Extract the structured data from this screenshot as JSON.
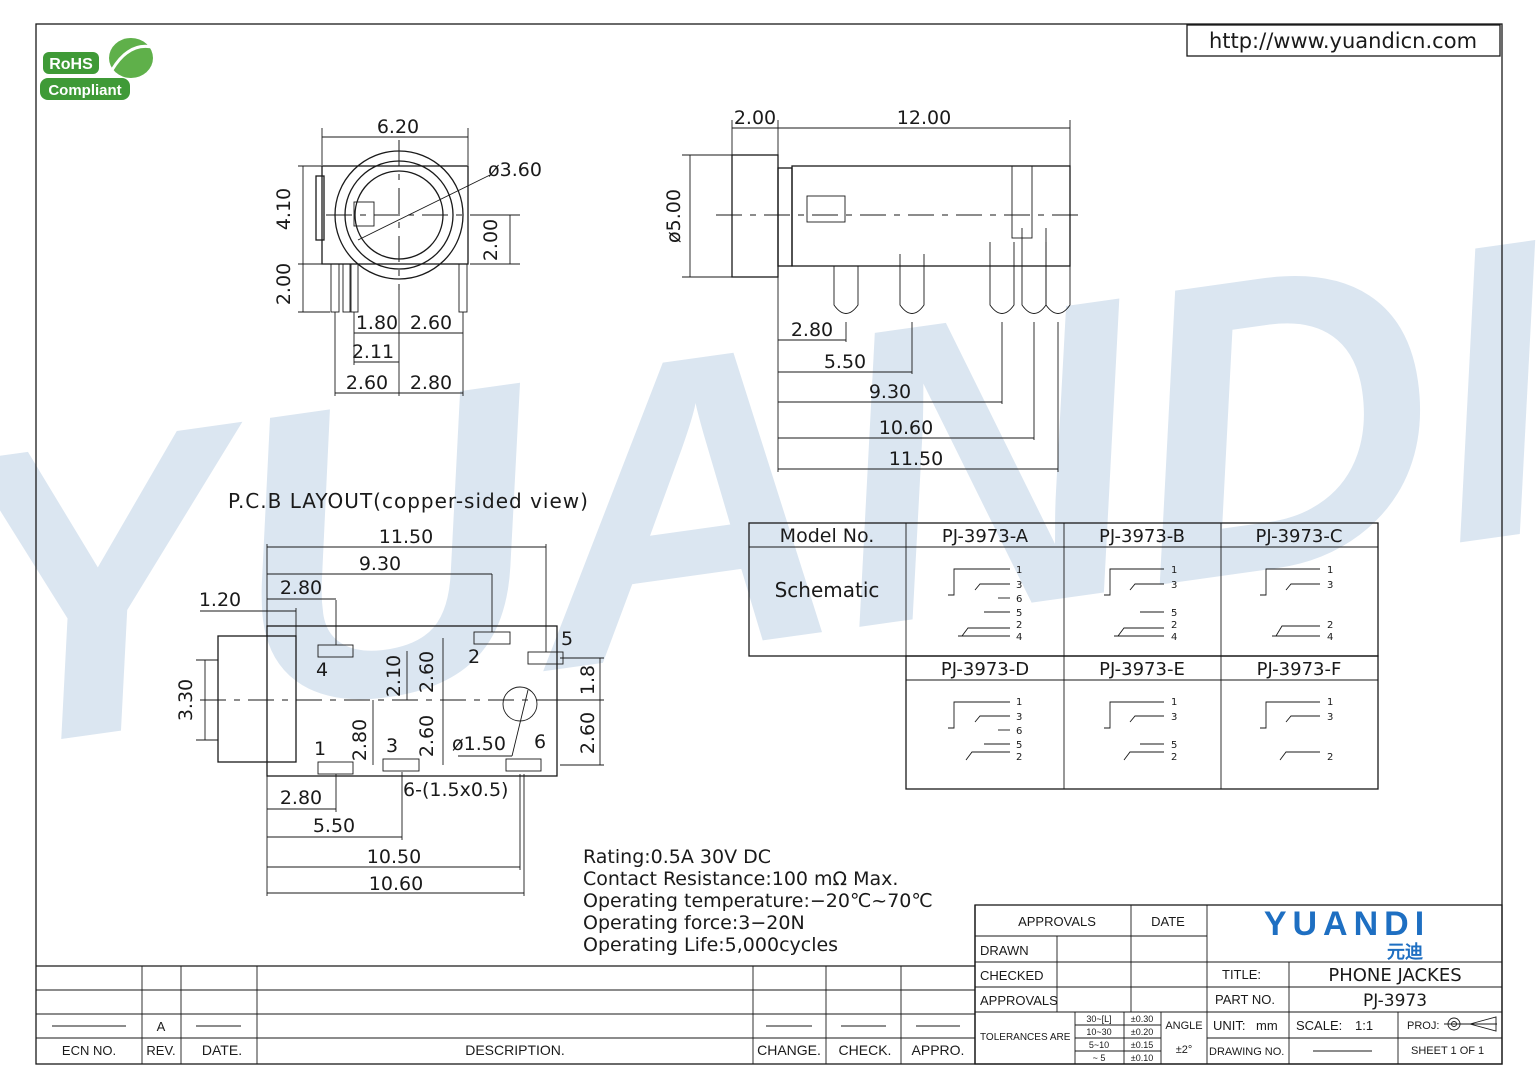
{
  "badge": {
    "line1": "RoHS",
    "line2": "Compliant"
  },
  "url": "http://www.yuandicn.com",
  "watermark": {
    "text": "YUANDI"
  },
  "front_view": {
    "width": "6.20",
    "diameter": "ø3.60",
    "height": "4.10",
    "pin_len": "2.00",
    "right_h": "2.00",
    "d1": "1.80",
    "d2": "2.60",
    "d3": "2.11",
    "d4": "2.60",
    "d5": "2.80"
  },
  "side_view": {
    "d_front": "2.00",
    "d_len": "12.00",
    "d_dia": "ø5.00",
    "p1": "2.80",
    "p2": "5.50",
    "p3": "9.30",
    "p4": "10.60",
    "p5": "11.50"
  },
  "pcb": {
    "title": "P.C.B LAYOUT(copper-sided view)",
    "d_1150": "11.50",
    "d_930": "9.30",
    "d_280": "2.80",
    "d_120": "1.20",
    "d_330": "3.30",
    "d_210": "2.10",
    "d_260a": "2.60",
    "d_18": "1.8",
    "d_280v": "2.80",
    "d_260b": "2.60",
    "d_260c": "2.60",
    "hole": "ø1.50",
    "pads": "6-(1.5x0.5)",
    "b_280": "2.80",
    "b_550": "5.50",
    "b_1050": "10.50",
    "b_1060": "10.60",
    "pin1": "1",
    "pin2": "2",
    "pin3": "3",
    "pin4": "4",
    "pin5": "5",
    "pin6": "6"
  },
  "model_table": {
    "header": "Model No.",
    "row_label": "Schematic",
    "models": [
      "PJ-3973-A",
      "PJ-3973-B",
      "PJ-3973-C",
      "PJ-3973-D",
      "PJ-3973-E",
      "PJ-3973-F"
    ]
  },
  "specs": [
    "Rating:0.5A 30V DC",
    "Contact Resistance:100 mΩ Max.",
    "Operating temperature:−20℃~70℃",
    "Operating force:3−20N",
    "Operating Life:5,000cycles"
  ],
  "revision_block": {
    "rev_value": "A",
    "headers": [
      "ECN NO.",
      "REV.",
      "DATE.",
      "DESCRIPTION.",
      "CHANGE.",
      "CHECK.",
      "APPRO."
    ]
  },
  "title_block": {
    "approvals": "APPROVALS",
    "date": "DATE",
    "drawn": "DRAWN",
    "checked": "CHECKED",
    "approvals2": "APPROVALS",
    "tolerances": "TOLERANCES ARE",
    "tol_ranges": [
      "30~[L]",
      "10~30",
      "5~10",
      "~ 5"
    ],
    "tol_values": [
      "±0.30",
      "±0.20",
      "±0.15",
      "±0.10"
    ],
    "angle": "ANGLE",
    "angle_value": "±2°",
    "brand": "YUANDI",
    "brand_cn": "元迪",
    "title_label": "TITLE:",
    "title_value": "PHONE JACKES",
    "part_label": "PART NO.",
    "part_value": "PJ-3973",
    "unit_label": "UNIT:",
    "unit_value": "mm",
    "scale_label": "SCALE:",
    "scale_value": "1:1",
    "proj_label": "PROJ:",
    "drawing_label": "DRAWING NO.",
    "sheet": "SHEET 1 OF 1"
  },
  "colors": {
    "brand_blue": "#1e6fc2",
    "watermark": "#dbe6f1",
    "rohs_green": "#3f9a37"
  }
}
